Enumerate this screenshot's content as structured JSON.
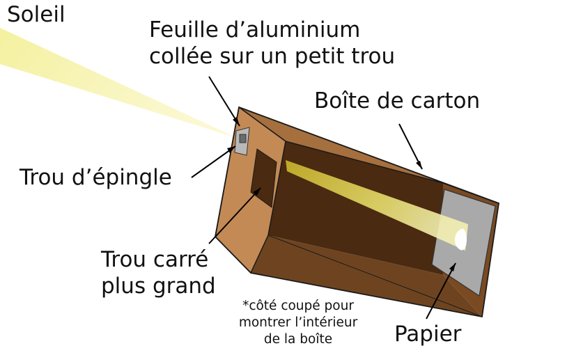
{
  "labels": {
    "soleil": "Soleil",
    "feuille_line1": "Feuille d’aluminium",
    "feuille_line2": "collée sur un petit trou",
    "boite": "Boîte de carton",
    "trou_epingle": "Trou d’épingle",
    "trou_carre_line1": "Trou carré",
    "trou_carre_line2": "plus grand",
    "note_line1": "*côté coupé pour",
    "note_line2": "montrer l’intérieur",
    "note_line3": "de la boîte",
    "papier": "Papier"
  },
  "colors": {
    "sunbeam": "#f6f4b0",
    "inner_beam": "#d8cb3e",
    "box_top": "#a66f3e",
    "box_front": "#c38a55",
    "box_interior_dark": "#4a2a10",
    "box_side": "#6e4420",
    "paper": "#a9a9a9",
    "image_spot": "#ffffff",
    "outline": "#1a1a1a"
  }
}
